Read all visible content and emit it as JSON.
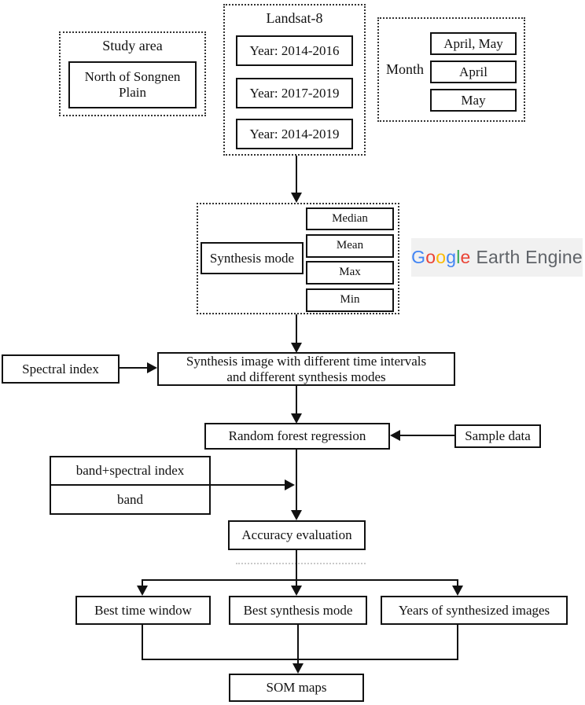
{
  "figure": {
    "background": "#FFFFFF",
    "line_color": "#111111",
    "box_border_color": "#111111"
  },
  "groups": {
    "study_area": {
      "title": "Study area",
      "item": "North of Songnen Plain"
    },
    "landsat": {
      "title": "Landsat-8",
      "items": [
        "Year: 2014-2016",
        "Year: 2017-2019",
        "Year: 2014-2019"
      ]
    },
    "month": {
      "title": "Month",
      "items": [
        "April, May",
        "April",
        "May"
      ]
    },
    "synthesis_mode": {
      "title": "Synthesis mode",
      "items": [
        "Median",
        "Mean",
        "Max",
        "Min"
      ]
    }
  },
  "logo": {
    "brand_letters": [
      {
        "ch": "G",
        "color": "#4285F4"
      },
      {
        "ch": "o",
        "color": "#EA4335"
      },
      {
        "ch": "o",
        "color": "#FBBC05"
      },
      {
        "ch": "g",
        "color": "#4285F4"
      },
      {
        "ch": "l",
        "color": "#34A853"
      },
      {
        "ch": "e",
        "color": "#EA4335"
      }
    ],
    "suffix": "Earth Engine",
    "suffix_color": "#5F6368",
    "background": "#F1F1F1"
  },
  "nodes": {
    "spectral_index": "Spectral index",
    "synthesis_image": {
      "line1": "Synthesis image with different time intervals",
      "line2": "and different synthesis modes"
    },
    "random_forest": "Random forest regression",
    "sample_data": "Sample data",
    "band_spectral_index": "band+spectral index",
    "band": "band",
    "accuracy_evaluation": "Accuracy evaluation",
    "best_time_window": "Best time window",
    "best_synthesis_mode": "Best synthesis mode",
    "years_synthesized": "Years of synthesized images",
    "som_maps": "SOM maps"
  }
}
